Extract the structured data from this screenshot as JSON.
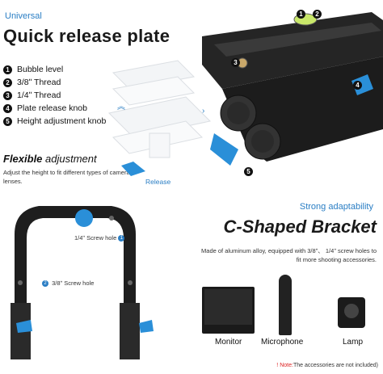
{
  "header": {
    "tagline": "Universal",
    "title": "Quick release plate"
  },
  "features": [
    {
      "num": "1",
      "label": "Bubble level"
    },
    {
      "num": "2",
      "label": "3/8ʺ Thread"
    },
    {
      "num": "3",
      "label": "1/4ʺ Thread"
    },
    {
      "num": "4",
      "label": "Plate release knob"
    },
    {
      "num": "5",
      "label": "Height adjustment knob"
    }
  ],
  "flexible": {
    "title_bold": "Flexible",
    "title_rest": " adjustment",
    "description": "Adjust the height to fit different types of camera lenses."
  },
  "plate_callouts": {
    "n1": "1",
    "n2": "2",
    "n3": "3",
    "n4": "4",
    "n5": "5",
    "release": "Release"
  },
  "bracket": {
    "tagline": "Strong adaptability",
    "title": "C-Shaped Bracket",
    "description": "Made of aluminum alloy, equipped with 3/8ʺ、 1/4ʺ screw holes to fit more shooting accessories.",
    "callout_1": "1/4ʺ Screw hole",
    "callout_2_num": "2",
    "callout_2": "3/8ʺ Screw hole",
    "callout_1_num": "1"
  },
  "accessories": [
    {
      "label": "Monitor"
    },
    {
      "label": "Microphone"
    },
    {
      "label": "Lamp"
    }
  ],
  "note": {
    "prefix": "Note:",
    "text": "The accessories are not included)",
    "marker": "!"
  },
  "colors": {
    "accent": "#2a7ec4",
    "knob": "#2a8fd8",
    "metal": "#1c1c1c",
    "note_red": "#d22222"
  }
}
